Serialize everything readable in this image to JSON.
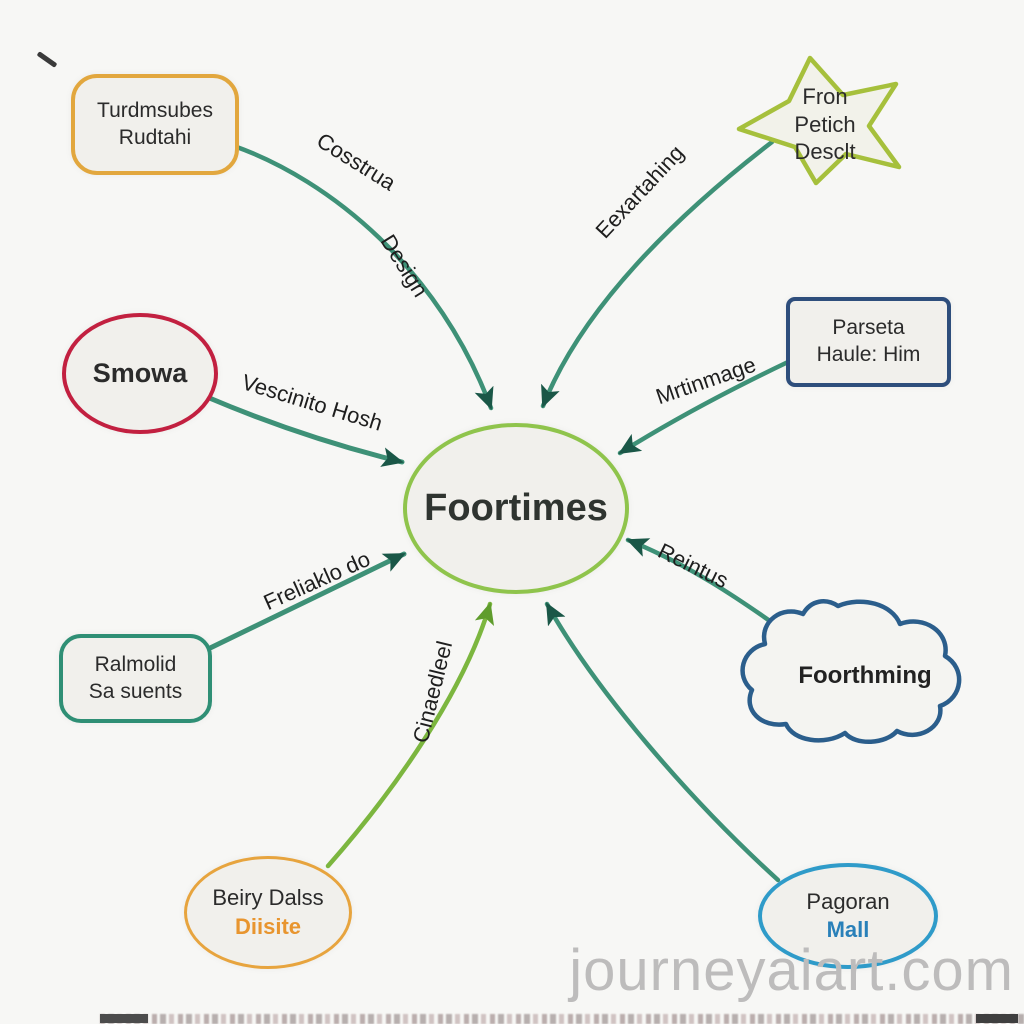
{
  "diagram": {
    "type": "mind-map",
    "center": {
      "label": "Foortimes"
    },
    "nodes": {
      "turdmsubes": {
        "line1": "Turdmsubes",
        "line2": "Rudtahi",
        "shape": "rounded-rectangle",
        "border_color": "#e2a73e"
      },
      "star": {
        "line1": "Fron",
        "line2": "Petich",
        "line3": "Desclt",
        "shape": "star",
        "border_color": "#a6c03c"
      },
      "smowa": {
        "line1": "Smowa",
        "shape": "ellipse",
        "border_color": "#c22040"
      },
      "parseta": {
        "line1": "Parseta",
        "line2": "Haule: Him",
        "shape": "rectangle",
        "border_color": "#2e4e7c"
      },
      "ralmolid": {
        "line1": "Ralmolid",
        "line2": "Sa suents",
        "shape": "rounded-rectangle",
        "border_color": "#2f8f75"
      },
      "cloud": {
        "line1": "Foorthming",
        "shape": "cloud",
        "border_color": "#2b5e8c"
      },
      "beiry": {
        "line1": "Beiry Dalss",
        "line2": "Diisite",
        "shape": "ellipse",
        "border_color": "#e7a43e",
        "line2_color": "#e8952f"
      },
      "pagoran": {
        "line1": "Pagoran",
        "line2": "Mall",
        "shape": "ellipse",
        "border_color": "#2f9bc9",
        "line2_color": "#2980b9"
      }
    },
    "edge_labels": {
      "cosstrua": "Cosstrua",
      "design": "Design",
      "eexartahing": "Eexartahing",
      "vescinito": "Vescinito Hosh",
      "mrtinmage": "Mrtinmage",
      "freliaklo": "Freliaklo do",
      "reintus": "Reintus",
      "cinaedleel": "Cinaedleel"
    },
    "colors": {
      "edge_teal": "#3e9177",
      "edge_light_green": "#7cb63f",
      "arrowhead_dark": "#1a5747",
      "arrowhead_green": "#5f9c2c",
      "center_border": "#8fc44c",
      "background": "#f7f7f5"
    }
  },
  "watermark": {
    "text": "journeyaiart.com"
  }
}
